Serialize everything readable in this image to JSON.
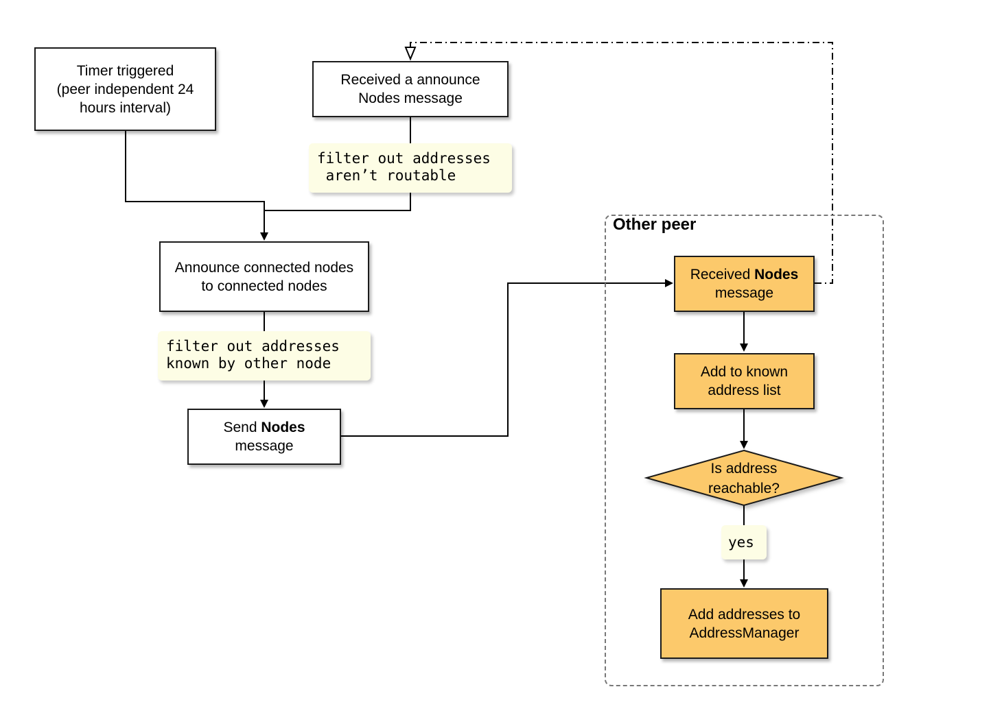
{
  "nodes": {
    "timer": {
      "lines": [
        "Timer triggered",
        "(peer independent 24",
        "hours interval)"
      ]
    },
    "received_announce": {
      "lines": [
        "Received a announce",
        "Nodes message"
      ]
    },
    "filter_routable": {
      "text": "filter out addresses\n aren’t routable"
    },
    "announce": {
      "lines": [
        "Announce connected nodes",
        "to connected nodes"
      ]
    },
    "filter_known": {
      "text": "filter out addresses\nknown by other node"
    },
    "send": {
      "pre": "Send ",
      "bold": "Nodes",
      "line2": "message"
    },
    "received_nodes": {
      "pre": "Received ",
      "bold": "Nodes",
      "line2": "message"
    },
    "add_known": {
      "lines": [
        "Add to known",
        "address list"
      ]
    },
    "reachable": {
      "lines": [
        "Is address",
        "reachable?"
      ]
    },
    "yes_label": {
      "text": "yes"
    },
    "add_manager": {
      "lines": [
        "Add addresses to",
        "AddressManager"
      ]
    }
  },
  "group": {
    "title": "Other peer"
  },
  "colors": {
    "box_fill": "#ffffff",
    "peer_fill": "#fcc96b",
    "note_fill": "#fdfde5",
    "stroke": "#1a1a1a",
    "group_border": "#777777"
  }
}
